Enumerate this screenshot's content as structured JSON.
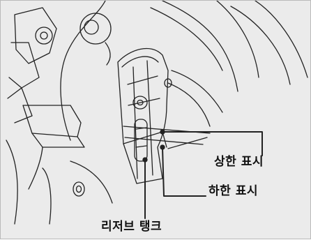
{
  "callouts": {
    "upper": "상한 표시",
    "lower": "하한 표시",
    "tank": "리저브 탱크"
  }
}
